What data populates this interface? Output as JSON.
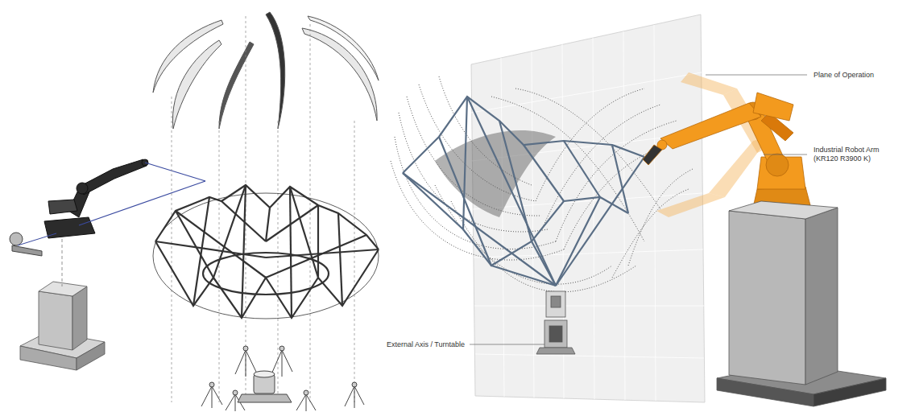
{
  "diagram": {
    "labels": [
      "Plane of Operation",
      "Industrial Robot Arm (KR120 R3900 K)",
      "External Axis / Turntable"
    ]
  }
}
